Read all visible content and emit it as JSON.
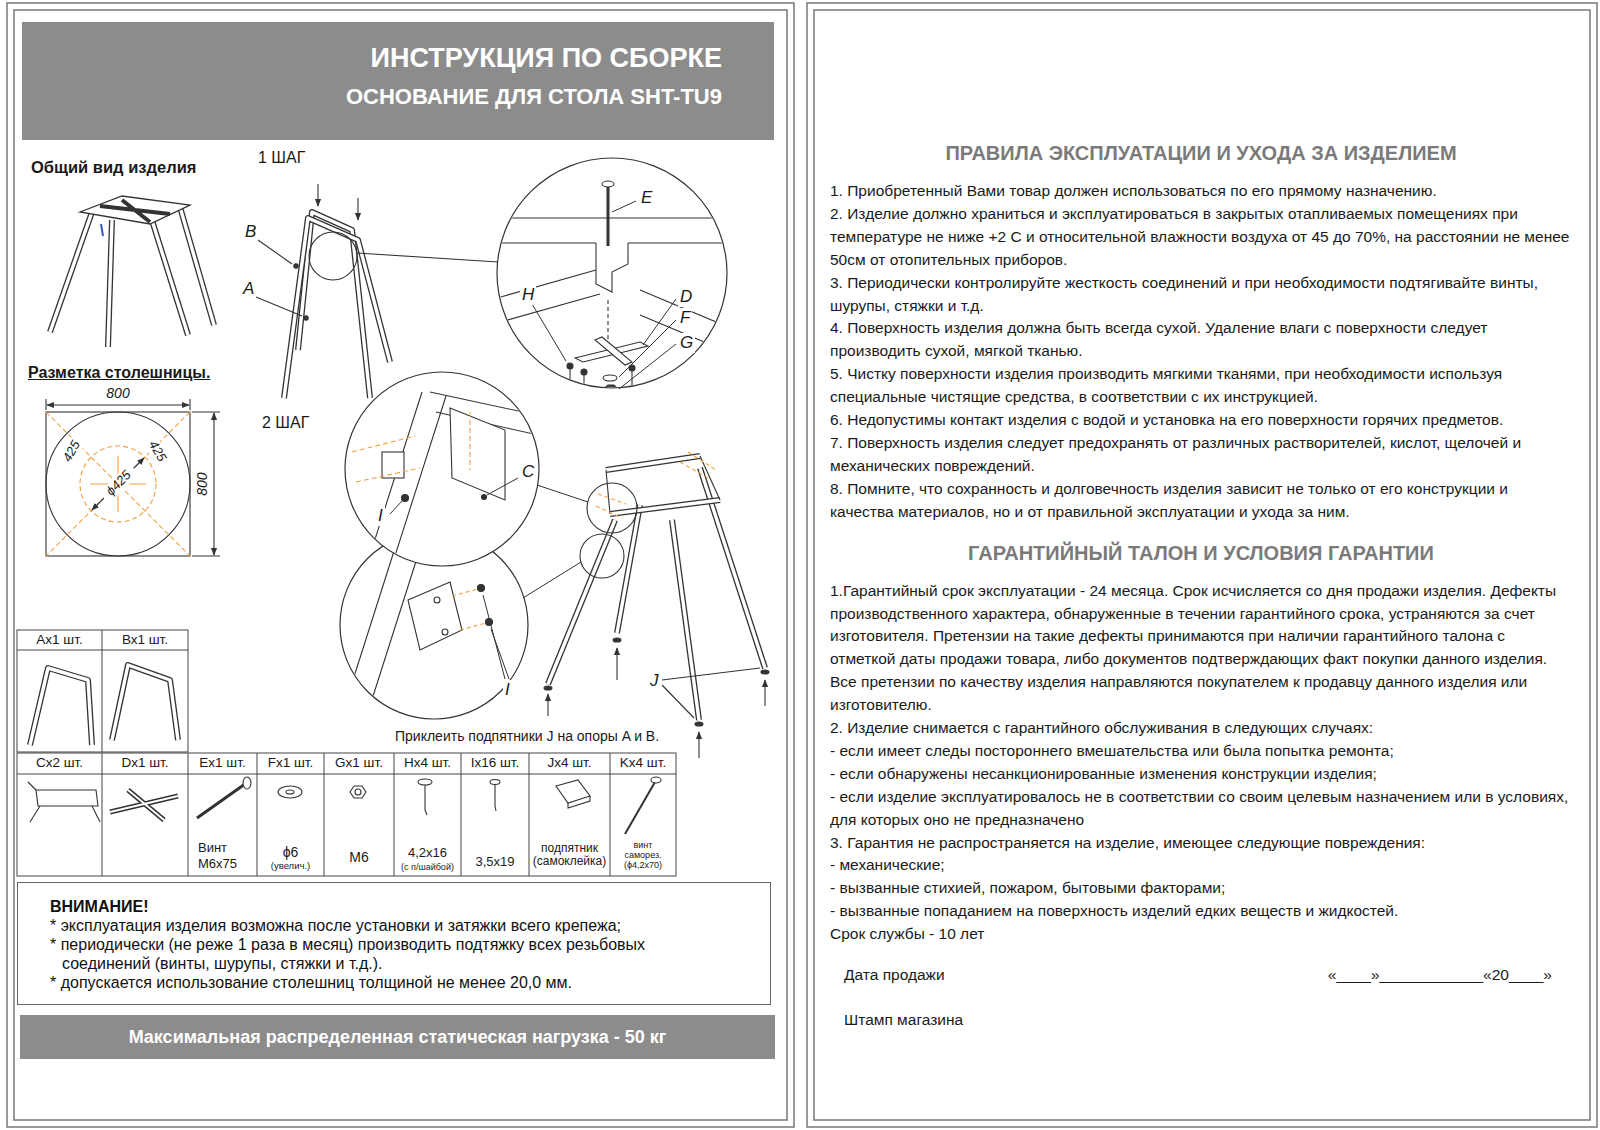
{
  "diagram": {
    "nodes": [
      {
        "text": [
          "ИНСТРУКЦИЯ ПО СБОРКЕ",
          "ОСНОВАНИЕ ДЛЯ СТОЛА SHT-TU9"
        ]
      },
      {
        "text": [
          "ВНИМАНИЕ!",
          "* эксплуатация изделия возможна после установки и затяжки всего крепежа;",
          "* периодически (не реже 1 раза в месяц) производить подтяжку всех резьбовых соединений (винты, шурупы, стяжки и т.д.).",
          "* допускается использование столешниц толщиной не менее 20,0 мм."
        ]
      },
      {
        "text": [
          "Максимальная распределенная статическая нагрузка - 50 кг"
        ]
      }
    ],
    "labels": [
      "Общий вид изделия",
      "1 ШАГ",
      "2 ШАГ",
      "Разметка столешницы.",
      "800",
      "800",
      "425",
      "425",
      "ϕ425",
      "B",
      "A",
      "E",
      "H",
      "D",
      "F",
      "G",
      "C",
      "I",
      "I",
      "J",
      "Приклеить подпятники J на опоры A и B.",
      "Ах1 шт.",
      "Вх1 шт.",
      "Сх2 шт.",
      "Dх1 шт.",
      "Ex1 шт.",
      "Fx1 шт.",
      "Gx1 шт.",
      "Hx4 шт.",
      "Ix16 шт.",
      "Jx4 шт.",
      "Kx4 шт.",
      "Винт М6х75",
      "ϕ6",
      "(увелич.)",
      "М6",
      "4,2х16",
      "(с п/шайбой)",
      "3,5х19",
      "подпятник (самоклейка)",
      "винт саморез. (ϕ4,2х70)",
      "ПРАВИЛА ЭКСПЛУАТАЦИИ И УХОДА ЗА ИЗДЕЛИЕМ",
      "1. Приобретенный Вами товар должен использоваться по его прямому назначению.",
      "2. Изделие должно храниться и эксплуатироваться в закрытых отапливаемых помещениях при температуре не ниже +2 С и относительной влажности воздуха от 45 до 70%, на расстоянии не менее 50см от отопительных приборов.",
      "3. Периодически контролируйте жесткость соединений и при необходимости подтягивайте винты, шурупы, стяжки и т.д.",
      "4. Поверхность изделия должна быть всегда сухой. Удаление влаги с поверхности следует производить сухой, мягкой тканью.",
      "5. Чистку поверхности изделия производить мягкими тканями, при необходимости используя специальные чистящие средства, в соответствии с их инструкцией.",
      "6. Недопустимы контакт изделия с водой и установка на его поверхности горячих предметов.",
      "7. Поверхность изделия следует предохранять от различных растворителей, кислот, щелочей и механических повреждений.",
      "8. Помните, что сохранность и долговечность изделия зависит не только от его конструкции и качества материалов, но и от правильной эксплуатации и ухода за ним.",
      "ГАРАНТИЙНЫЙ ТАЛОН И УСЛОВИЯ ГАРАНТИИ",
      "1.Гарантийный срок эксплуатации - 24 месяца. Срок исчисляется со дня продажи изделия. Дефекты производственного характера, обнаруженные в течении гарантийного срока, устраняются за счет изготовителя. Претензии на такие дефекты принимаются при наличии гарантийного талона с отметкой даты продажи товара, либо документов подтверждающих факт покупки данного изделия. Все претензии по качеству изделия направляются покупателем к продавцу данного изделия или изготовителю.",
      "2. Изделие снимается с гарантийного обслуживания в следующих случаях:",
      "- если имеет следы постороннего вмешательства или была попытка ремонта;",
      "- если обнаружены несанкционированные изменения конструкции изделия;",
      "- если изделие эксплуатировалось не в соответствии со своим целевым назначением или в условиях, для которых оно не предназначено",
      "3. Гарантия не распространяется на изделие, имеющее следующие повреждения:",
      "- механические;",
      "- вызванные стихией, пожаром, бытовыми факторами;",
      "- вызванные попаданием на поверхность изделий едких веществ и жидкостей.",
      "Срок службы - 10 лет",
      "Дата продажи",
      "«____»____________«20____»",
      "Штамп магазина"
    ]
  }
}
